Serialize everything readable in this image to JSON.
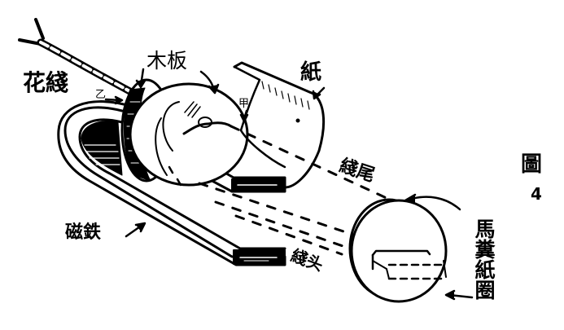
{
  "figure": {
    "title_char": "圖",
    "number": "4"
  },
  "labels": {
    "twine": "花綫",
    "wooden_board": "木板",
    "point_b": "乙",
    "point_a": "甲",
    "paper": "紙",
    "thread_tail": "綫尾",
    "magnet": "磁鉄",
    "thread_head": "綫头",
    "horseshoe_paper_roll": "馬糞紙圈"
  },
  "colors": {
    "ink": "#000000",
    "paper_bg": "#ffffff"
  }
}
